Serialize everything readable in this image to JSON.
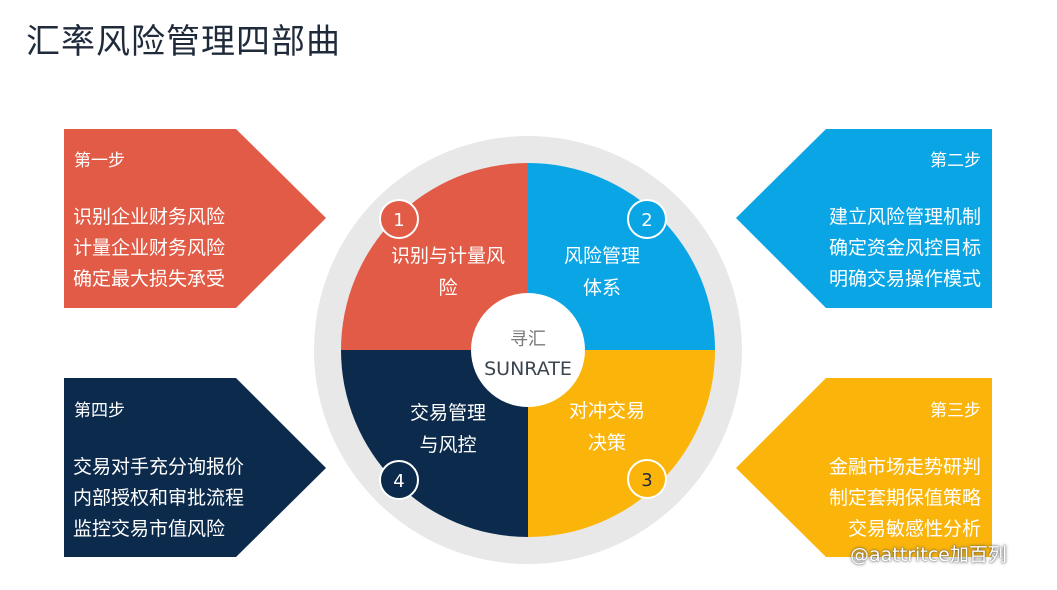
{
  "title": "汇率风险管理四部曲",
  "colors": {
    "red": "#e15b46",
    "blue": "#0aa5e4",
    "navy": "#0c2b4c",
    "yellow": "#fbb50a",
    "ring": "#e8e8e8"
  },
  "steps": [
    {
      "label": "第一步",
      "lines": [
        "识别企业财务风险",
        "计量企业财务风险",
        "确定最大损失承受"
      ],
      "number": "1",
      "quadrant_text": [
        "识别与计量风",
        "险"
      ]
    },
    {
      "label": "第二步",
      "lines": [
        "建立风险管理机制",
        "确定资金风控目标",
        "明确交易操作模式"
      ],
      "number": "2",
      "quadrant_text": [
        "风险管理",
        "体系"
      ]
    },
    {
      "label": "第三步",
      "lines": [
        "金融市场走势研判",
        "制定套期保值策略",
        "交易敏感性分析"
      ],
      "number": "3",
      "quadrant_text": [
        "对冲交易",
        "决策"
      ]
    },
    {
      "label": "第四步",
      "lines": [
        "交易对手充分询报价",
        "内部授权和审批流程",
        "监控交易市值风险"
      ],
      "number": "4",
      "quadrant_text": [
        "交易管理",
        "与风控"
      ]
    }
  ],
  "center": {
    "line1": "寻汇",
    "line2": "SUNRATE"
  },
  "watermark": "@aattritce加百列"
}
